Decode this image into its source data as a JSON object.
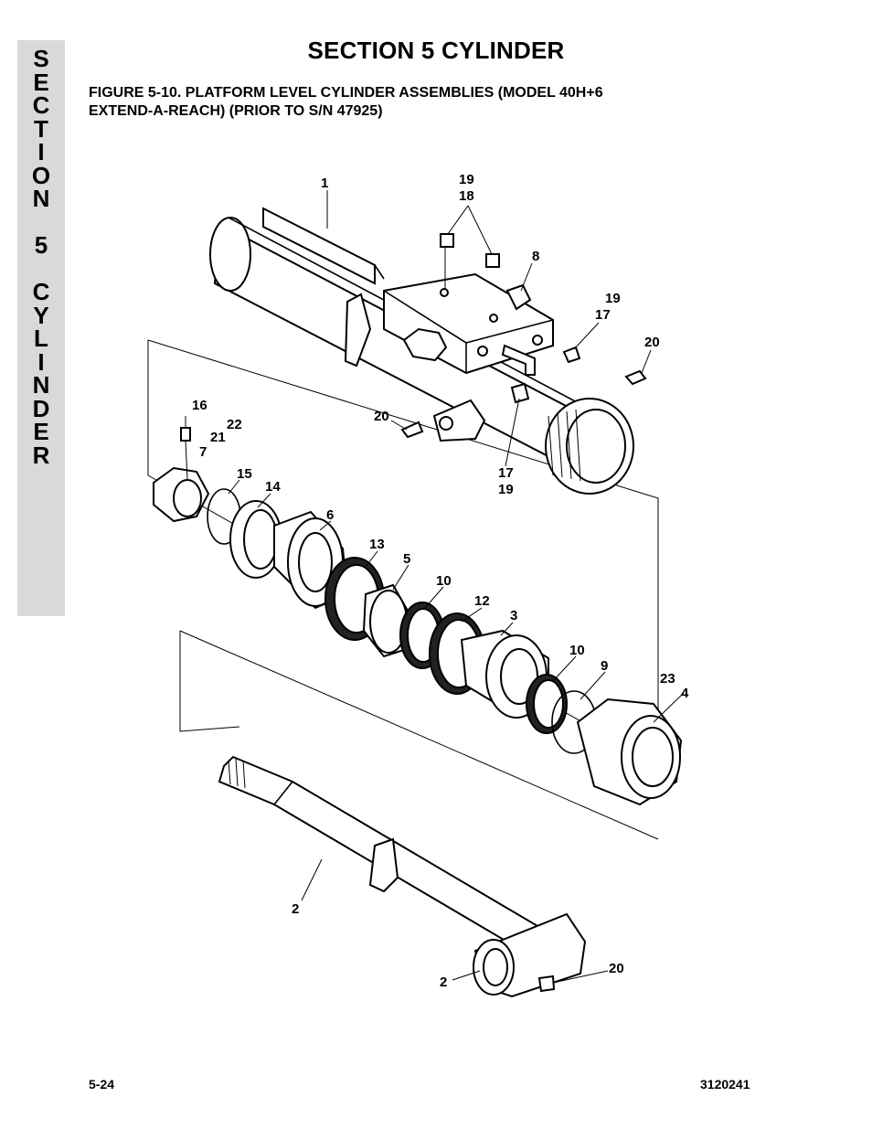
{
  "side_tab": {
    "letters": [
      "S",
      "E",
      "C",
      "T",
      "I",
      "O",
      "N",
      "",
      "5",
      "",
      "C",
      "Y",
      "L",
      "I",
      "N",
      "D",
      "E",
      "R"
    ]
  },
  "header": {
    "section_title": "SECTION 5  CYLINDER",
    "figure_title_line1": "FIGURE 5-10.  PLATFORM LEVEL CYLINDER ASSEMBLIES (MODEL 40H+6",
    "figure_title_line2": "EXTEND-A-REACH) (PRIOR TO S/N 47925)"
  },
  "callouts": {
    "c1": "1",
    "c19a": "19",
    "c18": "18",
    "c8": "8",
    "c19b": "19",
    "c17a": "17",
    "c20a": "20",
    "c16": "16",
    "c22": "22",
    "c21": "21",
    "c7": "7",
    "c20b": "20",
    "c15": "15",
    "c14": "14",
    "c17b": "17",
    "c19c": "19",
    "c6": "6",
    "c13": "13",
    "c5": "5",
    "c10a": "10",
    "c12": "12",
    "c3": "3",
    "c10b": "10",
    "c9": "9",
    "c23": "23",
    "c4": "4",
    "c2a": "2",
    "c2b": "2",
    "c20c": "20"
  },
  "footer": {
    "page_number": "5-24",
    "doc_number": "3120241"
  }
}
